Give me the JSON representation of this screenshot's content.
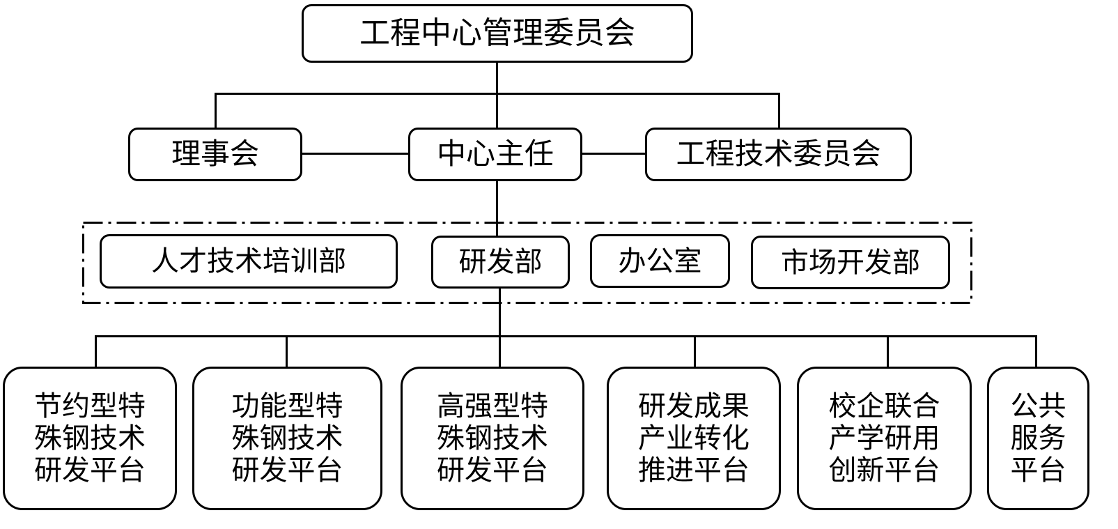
{
  "top": {
    "label": "工程中心管理委员会"
  },
  "second_row": {
    "left": "理事会",
    "center": "中心主任",
    "right": "工程技术委员会"
  },
  "departments": [
    "人才技术培训部",
    "研发部",
    "办公室",
    "市场开发部"
  ],
  "platforms": [
    {
      "lines": [
        "节约型特",
        "殊钢技术",
        "研发平台"
      ]
    },
    {
      "lines": [
        "功能型特",
        "殊钢技术",
        "研发平台"
      ]
    },
    {
      "lines": [
        "高强型特",
        "殊钢技术",
        "研发平台"
      ]
    },
    {
      "lines": [
        "研发成果",
        "产业转化",
        "推进平台"
      ]
    },
    {
      "lines": [
        "校企联合",
        "产学研用",
        "创新平台"
      ]
    },
    {
      "lines": [
        "公共",
        "服务",
        "平台"
      ]
    }
  ]
}
